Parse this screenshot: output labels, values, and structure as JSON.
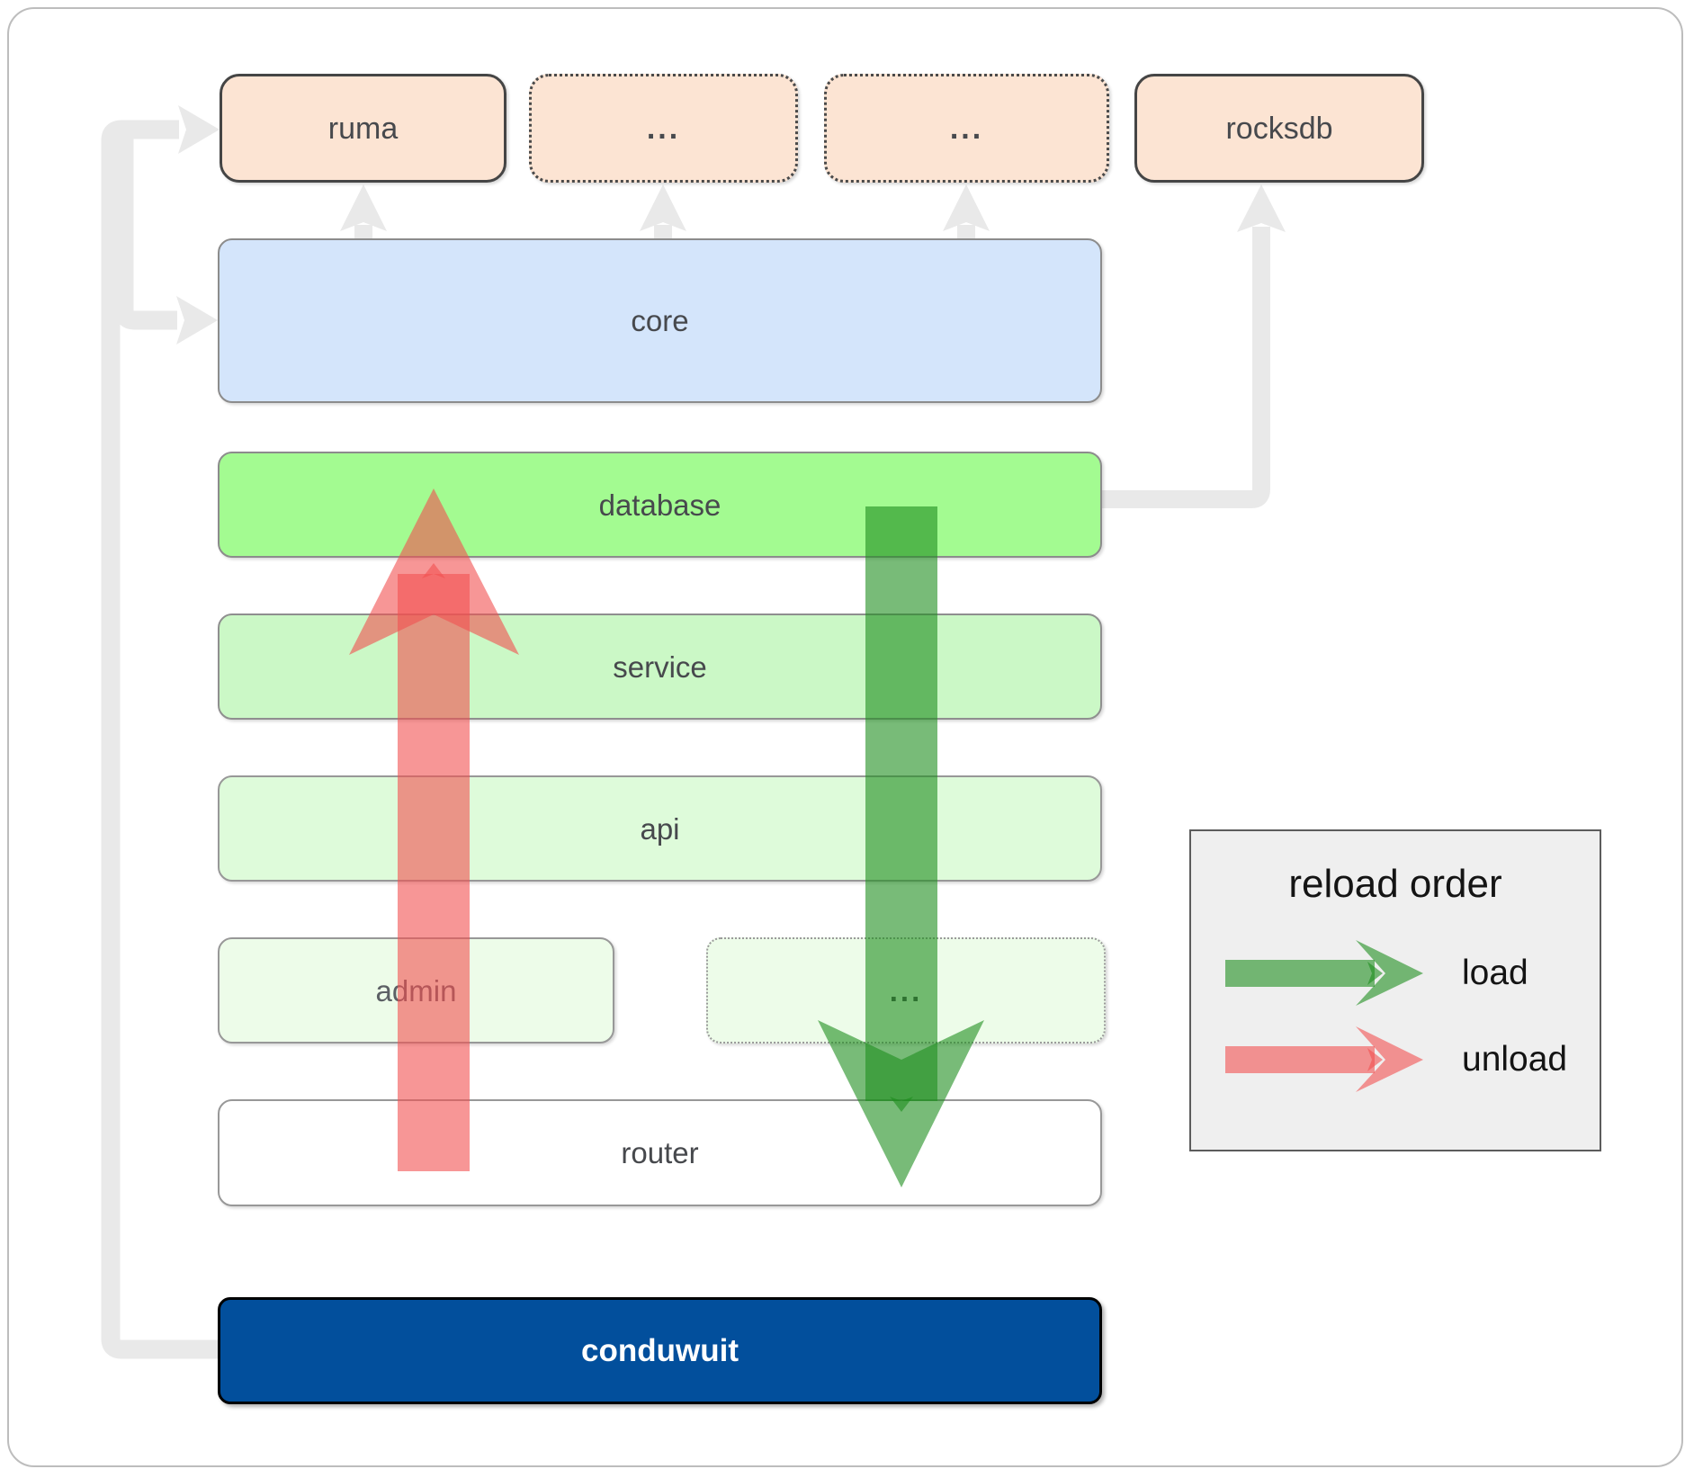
{
  "diagram_labels": {
    "ruma": "ruma",
    "ellipsis_top_1": "...",
    "ellipsis_top_2": "...",
    "rocksdb": "rocksdb",
    "core": "core",
    "database": "database",
    "service": "service",
    "api": "api",
    "admin": "admin",
    "ellipsis_admin": "...",
    "router": "router",
    "conduwuit": "conduwuit"
  },
  "legend": {
    "title": "reload order",
    "items": [
      {
        "label": "load",
        "color": "#1e8e1e"
      },
      {
        "label": "unload",
        "color": "#f25050"
      }
    ]
  },
  "colors": {
    "load_green": "#1e8e1e",
    "unload_red": "#f25050",
    "connector_gray": "#e9e9e9",
    "peach_fill": "#fce4d3",
    "core_fill": "#d4e5fb",
    "database_fill": "#a3fb91",
    "service_fill": "#cbf8c6",
    "api_fill": "#defbda",
    "admin_fill": "#edfce9",
    "router_fill": "#ffffff",
    "conduwuit_fill": "#024f9c",
    "legend_bg": "#efefef"
  }
}
